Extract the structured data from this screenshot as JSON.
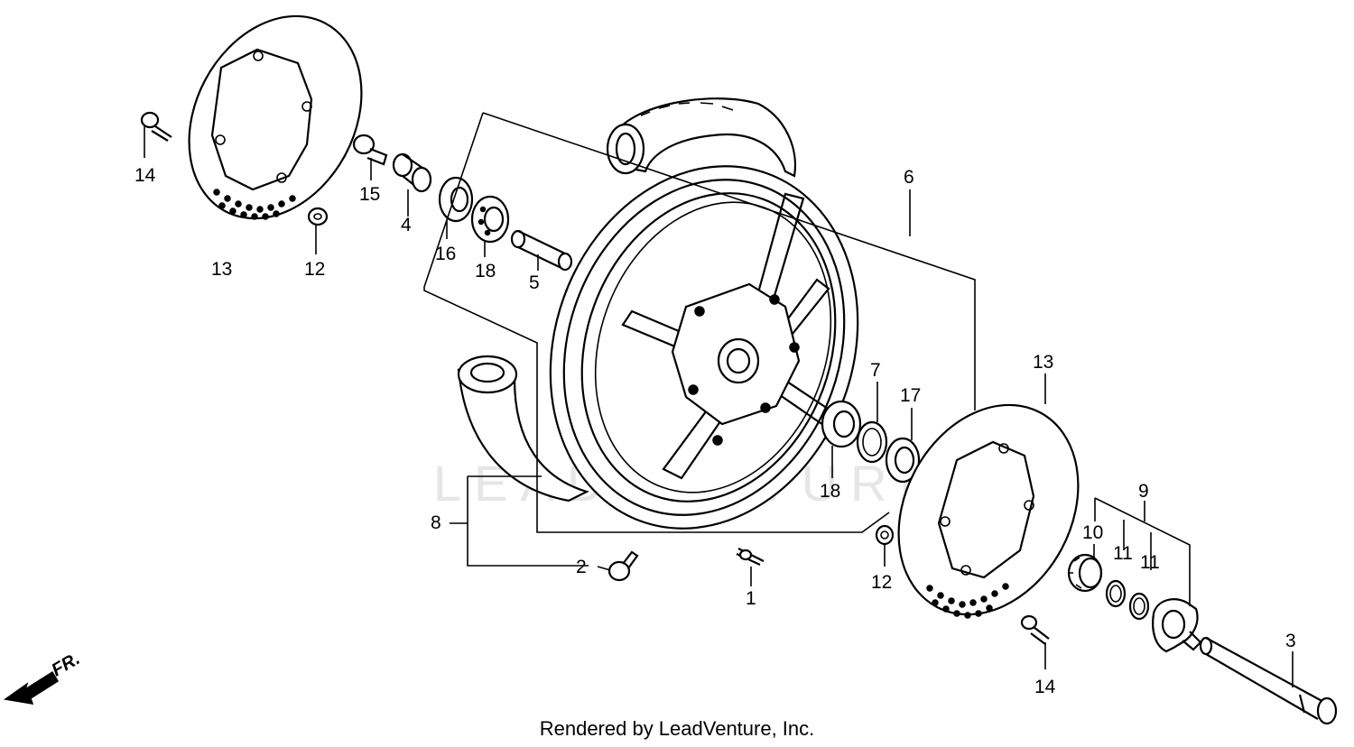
{
  "diagram": {
    "watermark": "LEADVENTURE",
    "direction_label": "FR.",
    "callouts": {
      "c1": "1",
      "c2": "2",
      "c3": "3",
      "c4": "4",
      "c5": "5",
      "c6": "6",
      "c7": "7",
      "c8": "8",
      "c9": "9",
      "c10": "10",
      "c11a": "11",
      "c11b": "11",
      "c12a": "12",
      "c12b": "12",
      "c13a": "13",
      "c13b": "13",
      "c14a": "14",
      "c14b": "14",
      "c15": "15",
      "c16": "16",
      "c17": "17",
      "c18a": "18",
      "c18b": "18"
    }
  },
  "footer": {
    "text": "Rendered by LeadVenture, Inc."
  }
}
